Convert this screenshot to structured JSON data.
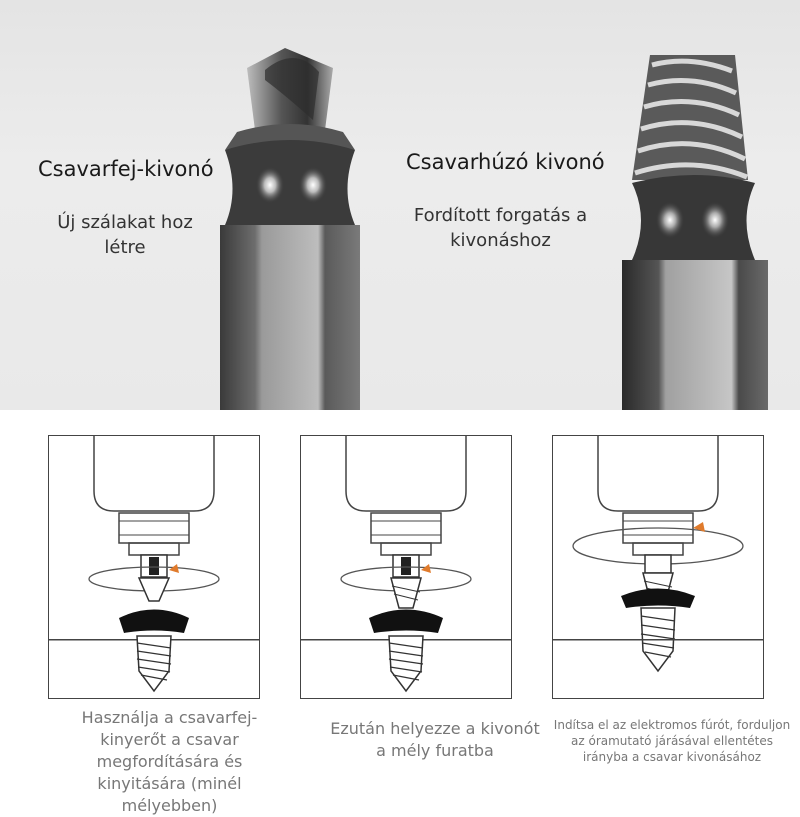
{
  "product": {
    "left_bit": {
      "title": "Csavarfej-kivonó",
      "description": "Új szálakat hoz létre",
      "icon": "screw-head-extractor-bit-icon"
    },
    "right_bit": {
      "title": "Csavarhúzó kivonó",
      "description": "Fordított forgatás a kivonáshoz",
      "icon": "screw-extractor-bit-icon"
    }
  },
  "steps": [
    {
      "caption": "Használja a csavarfej-kinyerőt a csavar megfordítására és kinyitására (minél mélyebben)",
      "icon": "drill-with-head-extractor-icon"
    },
    {
      "caption": "Ezután helyezze a kivonót a mély furatba",
      "icon": "drill-with-extractor-in-hole-icon"
    },
    {
      "caption": "Indítsa el az elektromos fúrót, forduljon az óramutató járásával ellentétes irányba a csavar kivonásához",
      "icon": "drill-counterclockwise-extraction-icon"
    }
  ],
  "colors": {
    "rotation_arrow": "#e07b2c",
    "bit_dark": "#3a3a3a",
    "background_top": "#e8e8e8"
  }
}
